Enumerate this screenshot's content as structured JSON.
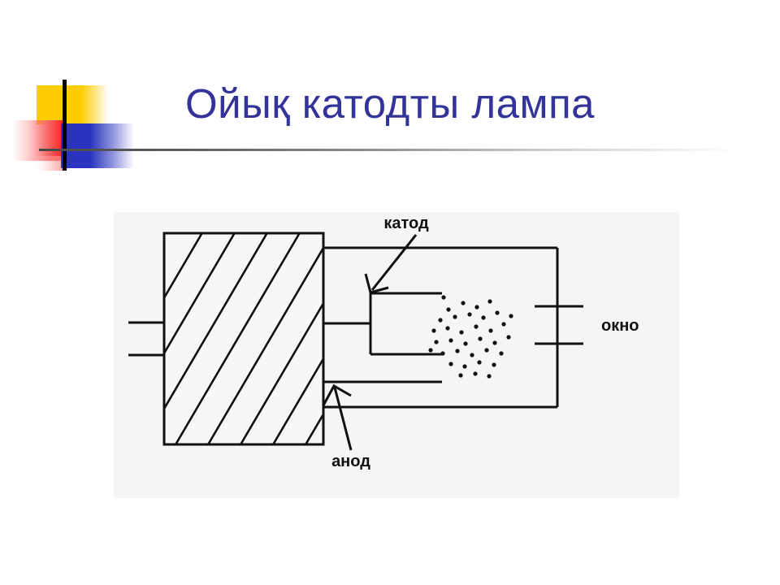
{
  "slide": {
    "title": "Ойық катодты лампа",
    "title_color": "#333399",
    "background_color": "#ffffff"
  },
  "logo": {
    "name": "decorative-square-cluster",
    "yellow": "#FFCC00",
    "blue": "#2A34BE",
    "red": "#F72323",
    "bar": "#000000"
  },
  "divider": {
    "name": "title-underline-rule",
    "start_color": "#4a4a4a",
    "end_color": "#ffffff"
  },
  "diagram": {
    "panel_background": "#f5f5f5",
    "line_color": "#111111",
    "labels": {
      "cathode": "катод",
      "anode": "анод",
      "window": "окно"
    },
    "parts": [
      {
        "name": "hatched-body-block",
        "label": ""
      },
      {
        "name": "lamp-envelope",
        "label": ""
      },
      {
        "name": "hollow-cathode",
        "label": "катод"
      },
      {
        "name": "anode-lead",
        "label": "анод"
      },
      {
        "name": "optical-window",
        "label": "окно"
      },
      {
        "name": "fill-gas-atoms",
        "label": ""
      }
    ],
    "gas_atom_count": 36
  }
}
